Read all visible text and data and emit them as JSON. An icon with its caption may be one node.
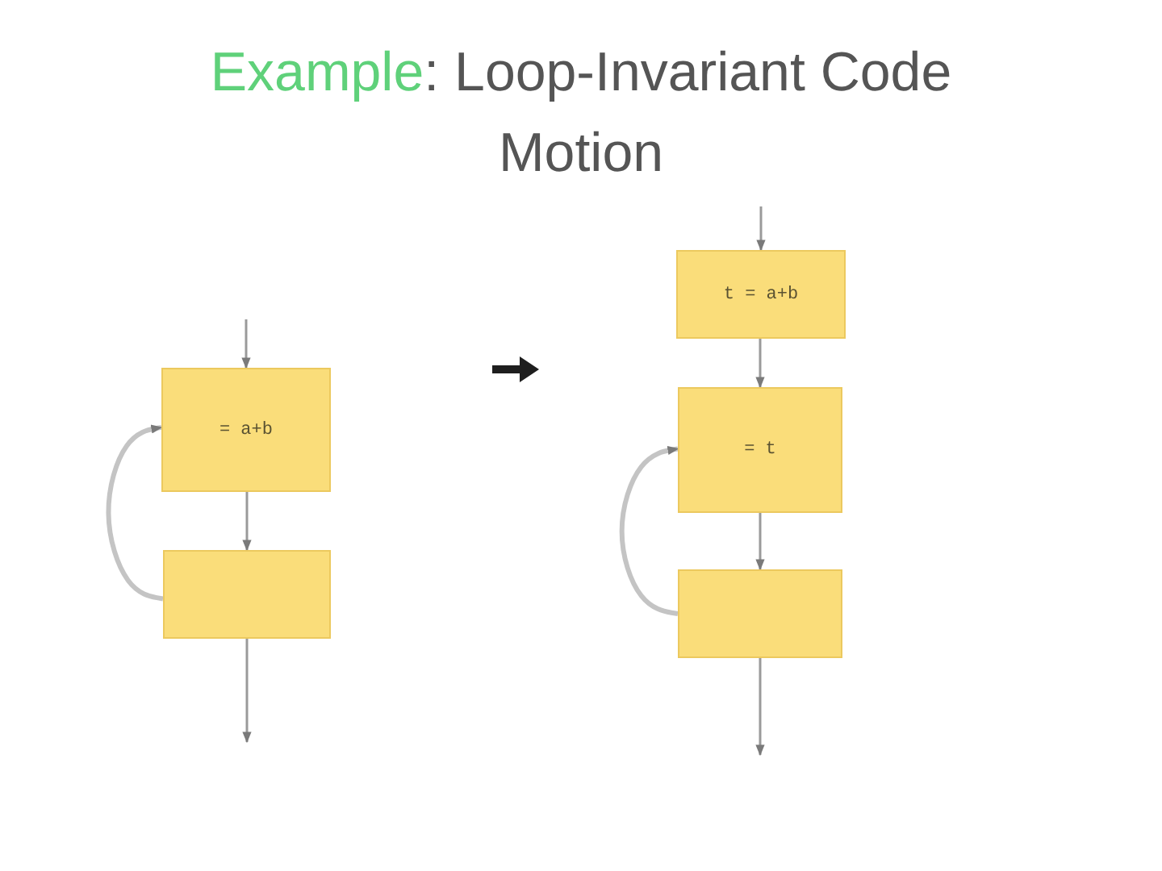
{
  "diagram": {
    "title": "Example: Loop-Invariant Code Motion",
    "nodes": [
      {
        "text": [
          "= a+b"
        ]
      },
      {
        "text": [],
        "shape": "box"
      },
      {
        "text": [
          "t = a+b"
        ]
      },
      {
        "text": [
          "= t"
        ]
      },
      {
        "text": [],
        "shape": "box"
      }
    ],
    "edges": [
      {
        "from": null,
        "to": 0,
        "arrow": "to"
      },
      {
        "from": 0,
        "to": 1,
        "arrow": "to"
      },
      {
        "from": 1,
        "to": 0,
        "arrow": "to",
        "style": "thick",
        "color": "#c4c4c4"
      },
      {
        "from": 1,
        "to": null,
        "arrow": "to"
      },
      {
        "from": null,
        "to": 2,
        "arrow": "to"
      },
      {
        "from": 2,
        "to": 3,
        "arrow": "to"
      },
      {
        "from": 3,
        "to": 4,
        "arrow": "to"
      },
      {
        "from": 4,
        "to": 3,
        "arrow": "to",
        "style": "thick",
        "color": "#c4c4c4"
      },
      {
        "from": 4,
        "to": null,
        "arrow": "to"
      }
    ]
  }
}
